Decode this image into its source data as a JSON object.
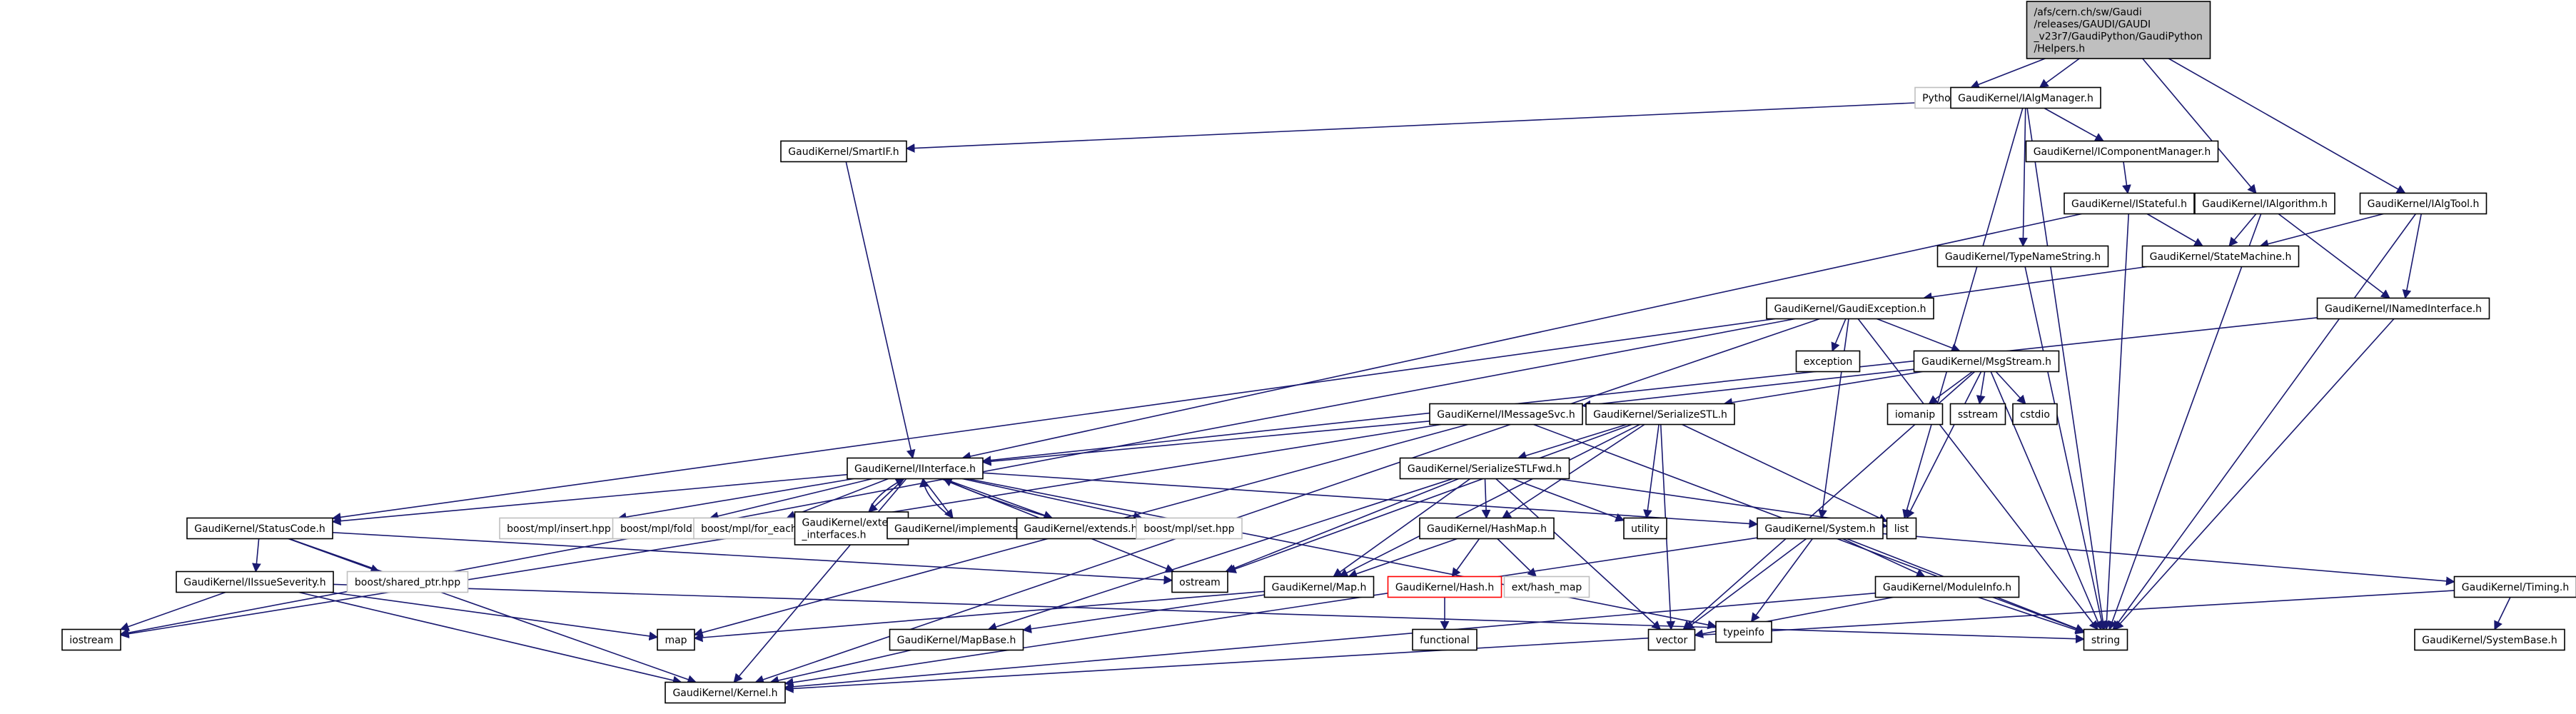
{
  "colors": {
    "edge": "#191970",
    "border_normal": "#000000",
    "border_missing": "#bfbfbf",
    "border_truncated": "#ff0000",
    "fill_root": "#bfbfbf",
    "fill_node": "#ffffff",
    "text": "#000000"
  },
  "nodes": [
    {
      "id": "helpers",
      "lines": [
        "/afs/cern.ch/sw/Gaudi",
        "/releases/GAUDI/GAUDI",
        "_v23r7/GaudiPython/GaudiPython",
        "/Helpers.h"
      ],
      "kind": "root"
    },
    {
      "id": "python",
      "lines": [
        "Python.h"
      ],
      "kind": "missing"
    },
    {
      "id": "ialgmanager",
      "lines": [
        "GaudiKernel/IAlgManager.h"
      ],
      "kind": "normal"
    },
    {
      "id": "ialgorithm",
      "lines": [
        "GaudiKernel/IAlgorithm.h"
      ],
      "kind": "normal"
    },
    {
      "id": "ialgtool",
      "lines": [
        "GaudiKernel/IAlgTool.h"
      ],
      "kind": "normal"
    },
    {
      "id": "smartif",
      "lines": [
        "GaudiKernel/SmartIF.h"
      ],
      "kind": "normal"
    },
    {
      "id": "icomponentmanager",
      "lines": [
        "GaudiKernel/IComponentManager.h"
      ],
      "kind": "normal"
    },
    {
      "id": "istateful",
      "lines": [
        "GaudiKernel/IStateful.h"
      ],
      "kind": "normal"
    },
    {
      "id": "typenamestring",
      "lines": [
        "GaudiKernel/TypeNameString.h"
      ],
      "kind": "normal"
    },
    {
      "id": "statemachine",
      "lines": [
        "GaudiKernel/StateMachine.h"
      ],
      "kind": "normal"
    },
    {
      "id": "inamedinterface",
      "lines": [
        "GaudiKernel/INamedInterface.h"
      ],
      "kind": "normal"
    },
    {
      "id": "gaudiexception",
      "lines": [
        "GaudiKernel/GaudiException.h"
      ],
      "kind": "normal"
    },
    {
      "id": "exception",
      "lines": [
        "exception"
      ],
      "kind": "normal"
    },
    {
      "id": "msgstream",
      "lines": [
        "GaudiKernel/MsgStream.h"
      ],
      "kind": "normal"
    },
    {
      "id": "imessagesvc",
      "lines": [
        "GaudiKernel/IMessageSvc.h"
      ],
      "kind": "normal"
    },
    {
      "id": "serializestl",
      "lines": [
        "GaudiKernel/SerializeSTL.h"
      ],
      "kind": "normal"
    },
    {
      "id": "iomanip",
      "lines": [
        "iomanip"
      ],
      "kind": "normal"
    },
    {
      "id": "sstream",
      "lines": [
        "sstream"
      ],
      "kind": "normal"
    },
    {
      "id": "cstdio",
      "lines": [
        "cstdio"
      ],
      "kind": "normal"
    },
    {
      "id": "iinterface",
      "lines": [
        "GaudiKernel/IInterface.h"
      ],
      "kind": "normal"
    },
    {
      "id": "serializestlfwd",
      "lines": [
        "GaudiKernel/SerializeSTLFwd.h"
      ],
      "kind": "normal"
    },
    {
      "id": "statuscode",
      "lines": [
        "GaudiKernel/StatusCode.h"
      ],
      "kind": "normal"
    },
    {
      "id": "mpl_insert",
      "lines": [
        "boost/mpl/insert.hpp"
      ],
      "kind": "missing"
    },
    {
      "id": "mpl_fold",
      "lines": [
        "boost/mpl/fold.hpp"
      ],
      "kind": "missing"
    },
    {
      "id": "mpl_for_each",
      "lines": [
        "boost/mpl/for_each.hpp"
      ],
      "kind": "missing"
    },
    {
      "id": "extend_interfaces",
      "lines": [
        "GaudiKernel/extend",
        "_interfaces.h"
      ],
      "kind": "normal"
    },
    {
      "id": "implements",
      "lines": [
        "GaudiKernel/implements.h"
      ],
      "kind": "normal"
    },
    {
      "id": "extends",
      "lines": [
        "GaudiKernel/extends.h"
      ],
      "kind": "normal"
    },
    {
      "id": "mpl_set",
      "lines": [
        "boost/mpl/set.hpp"
      ],
      "kind": "missing"
    },
    {
      "id": "hashmap",
      "lines": [
        "GaudiKernel/HashMap.h"
      ],
      "kind": "normal"
    },
    {
      "id": "utility",
      "lines": [
        "utility"
      ],
      "kind": "normal"
    },
    {
      "id": "list",
      "lines": [
        "list"
      ],
      "kind": "normal"
    },
    {
      "id": "system",
      "lines": [
        "GaudiKernel/System.h"
      ],
      "kind": "normal"
    },
    {
      "id": "iissueseverity",
      "lines": [
        "GaudiKernel/IIssueSeverity.h"
      ],
      "kind": "normal"
    },
    {
      "id": "shared_ptr",
      "lines": [
        "boost/shared_ptr.hpp"
      ],
      "kind": "missing"
    },
    {
      "id": "ostream",
      "lines": [
        "ostream"
      ],
      "kind": "normal"
    },
    {
      "id": "hash",
      "lines": [
        "GaudiKernel/Hash.h"
      ],
      "kind": "truncated"
    },
    {
      "id": "ext_hash_map",
      "lines": [
        "ext/hash_map"
      ],
      "kind": "missing"
    },
    {
      "id": "gk_map",
      "lines": [
        "GaudiKernel/Map.h"
      ],
      "kind": "normal"
    },
    {
      "id": "typeinfo",
      "lines": [
        "typeinfo"
      ],
      "kind": "normal"
    },
    {
      "id": "moduleinfo",
      "lines": [
        "GaudiKernel/ModuleInfo.h"
      ],
      "kind": "normal"
    },
    {
      "id": "timing",
      "lines": [
        "GaudiKernel/Timing.h"
      ],
      "kind": "normal"
    },
    {
      "id": "iostream",
      "lines": [
        "iostream"
      ],
      "kind": "normal"
    },
    {
      "id": "map",
      "lines": [
        "map"
      ],
      "kind": "normal"
    },
    {
      "id": "functional",
      "lines": [
        "functional"
      ],
      "kind": "normal"
    },
    {
      "id": "mapbase",
      "lines": [
        "GaudiKernel/MapBase.h"
      ],
      "kind": "normal"
    },
    {
      "id": "vector",
      "lines": [
        "vector"
      ],
      "kind": "normal"
    },
    {
      "id": "string",
      "lines": [
        "string"
      ],
      "kind": "normal"
    },
    {
      "id": "systembase",
      "lines": [
        "GaudiKernel/SystemBase.h"
      ],
      "kind": "normal"
    },
    {
      "id": "kernel",
      "lines": [
        "GaudiKernel/Kernel.h"
      ],
      "kind": "normal"
    }
  ],
  "edges": [
    [
      "helpers",
      "python"
    ],
    [
      "helpers",
      "ialgmanager"
    ],
    [
      "helpers",
      "ialgorithm"
    ],
    [
      "helpers",
      "ialgtool"
    ],
    [
      "ialgmanager",
      "smartif"
    ],
    [
      "ialgmanager",
      "icomponentmanager"
    ],
    [
      "ialgmanager",
      "typenamestring"
    ],
    [
      "ialgmanager",
      "list"
    ],
    [
      "ialgmanager",
      "string"
    ],
    [
      "smartif",
      "iinterface"
    ],
    [
      "icomponentmanager",
      "istateful"
    ],
    [
      "istateful",
      "statemachine"
    ],
    [
      "istateful",
      "iinterface"
    ],
    [
      "istateful",
      "string"
    ],
    [
      "ialgorithm",
      "statemachine"
    ],
    [
      "ialgorithm",
      "inamedinterface"
    ],
    [
      "ialgorithm",
      "string"
    ],
    [
      "ialgtool",
      "statemachine"
    ],
    [
      "ialgtool",
      "inamedinterface"
    ],
    [
      "ialgtool",
      "string"
    ],
    [
      "typenamestring",
      "string"
    ],
    [
      "statemachine",
      "gaudiexception"
    ],
    [
      "inamedinterface",
      "iinterface"
    ],
    [
      "inamedinterface",
      "string"
    ],
    [
      "gaudiexception",
      "exception"
    ],
    [
      "gaudiexception",
      "msgstream"
    ],
    [
      "gaudiexception",
      "statuscode"
    ],
    [
      "gaudiexception",
      "system"
    ],
    [
      "gaudiexception",
      "iostream"
    ],
    [
      "gaudiexception",
      "kernel"
    ],
    [
      "gaudiexception",
      "string"
    ],
    [
      "msgstream",
      "imessagesvc"
    ],
    [
      "msgstream",
      "serializestl"
    ],
    [
      "msgstream",
      "iomanip"
    ],
    [
      "msgstream",
      "sstream"
    ],
    [
      "msgstream",
      "cstdio"
    ],
    [
      "msgstream",
      "vector"
    ],
    [
      "msgstream",
      "string"
    ],
    [
      "msgstream",
      "list"
    ],
    [
      "imessagesvc",
      "iinterface"
    ],
    [
      "imessagesvc",
      "iostream"
    ],
    [
      "imessagesvc",
      "map"
    ],
    [
      "imessagesvc",
      "string"
    ],
    [
      "serializestl",
      "serializestlfwd"
    ],
    [
      "serializestl",
      "hashmap"
    ],
    [
      "serializestl",
      "utility"
    ],
    [
      "serializestl",
      "list"
    ],
    [
      "serializestl",
      "ostream"
    ],
    [
      "serializestl",
      "gk_map"
    ],
    [
      "serializestl",
      "vector"
    ],
    [
      "iinterface",
      "statuscode"
    ],
    [
      "iinterface",
      "mpl_insert"
    ],
    [
      "iinterface",
      "mpl_fold"
    ],
    [
      "iinterface",
      "mpl_for_each"
    ],
    [
      "iinterface",
      "extend_interfaces"
    ],
    [
      "iinterface",
      "implements"
    ],
    [
      "iinterface",
      "extends"
    ],
    [
      "iinterface",
      "mpl_set"
    ],
    [
      "iinterface",
      "ostream"
    ],
    [
      "iinterface",
      "typeinfo"
    ],
    [
      "iinterface",
      "kernel"
    ],
    [
      "iinterface",
      "system"
    ],
    [
      "extend_interfaces",
      "iinterface"
    ],
    [
      "implements",
      "iinterface"
    ],
    [
      "extends",
      "iinterface"
    ],
    [
      "serializestlfwd",
      "hashmap"
    ],
    [
      "serializestlfwd",
      "utility"
    ],
    [
      "serializestlfwd",
      "list"
    ],
    [
      "serializestlfwd",
      "ostream"
    ],
    [
      "serializestlfwd",
      "gk_map"
    ],
    [
      "serializestlfwd",
      "vector"
    ],
    [
      "serializestlfwd",
      "mapbase"
    ],
    [
      "statuscode",
      "iissueseverity"
    ],
    [
      "statuscode",
      "shared_ptr"
    ],
    [
      "statuscode",
      "ostream"
    ],
    [
      "statuscode",
      "kernel"
    ],
    [
      "iissueseverity",
      "iostream"
    ],
    [
      "iissueseverity",
      "map"
    ],
    [
      "iissueseverity",
      "string"
    ],
    [
      "iissueseverity",
      "kernel"
    ],
    [
      "hashmap",
      "hash"
    ],
    [
      "hashmap",
      "ext_hash_map"
    ],
    [
      "hashmap",
      "gk_map"
    ],
    [
      "hash",
      "functional"
    ],
    [
      "gk_map",
      "map"
    ],
    [
      "gk_map",
      "mapbase"
    ],
    [
      "mapbase",
      "kernel"
    ],
    [
      "system",
      "typeinfo"
    ],
    [
      "system",
      "moduleinfo"
    ],
    [
      "system",
      "timing"
    ],
    [
      "system",
      "vector"
    ],
    [
      "system",
      "string"
    ],
    [
      "system",
      "kernel"
    ],
    [
      "moduleinfo",
      "vector"
    ],
    [
      "moduleinfo",
      "string"
    ],
    [
      "moduleinfo",
      "kernel"
    ],
    [
      "timing",
      "systembase"
    ],
    [
      "timing",
      "kernel"
    ]
  ]
}
